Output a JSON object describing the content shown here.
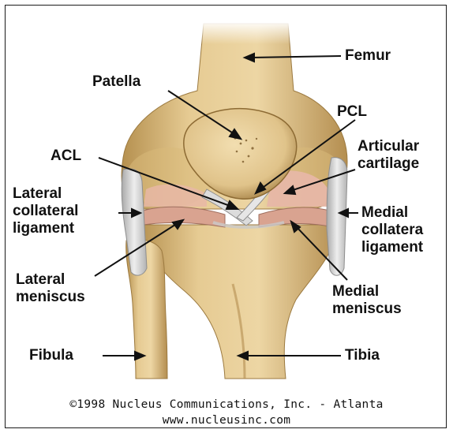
{
  "labels": {
    "femur": "Femur",
    "patella": "Patella",
    "pcl": "PCL",
    "acl": "ACL",
    "articular_cartilage": [
      "Articular",
      "cartilage"
    ],
    "lateral_collateral_ligament": [
      "Lateral",
      "collateral",
      "ligament"
    ],
    "medial_collateral_ligament": [
      "Medial",
      "collatera",
      "ligament"
    ],
    "lateral_meniscus": [
      "Lateral",
      "meniscus"
    ],
    "medial_meniscus": [
      "Medial",
      "meniscus"
    ],
    "fibula": "Fibula",
    "tibia": "Tibia"
  },
  "credit": {
    "copyright": "©1998 Nucleus Communications, Inc. - Atlanta",
    "website": "www.nucleusinc.com"
  },
  "colors": {
    "bone": "#e2c488",
    "bone_shadow": "#b08a4e",
    "cartilage": "#e0ab9a",
    "ligament": "#d4d4d4",
    "label_text": "#111111"
  }
}
